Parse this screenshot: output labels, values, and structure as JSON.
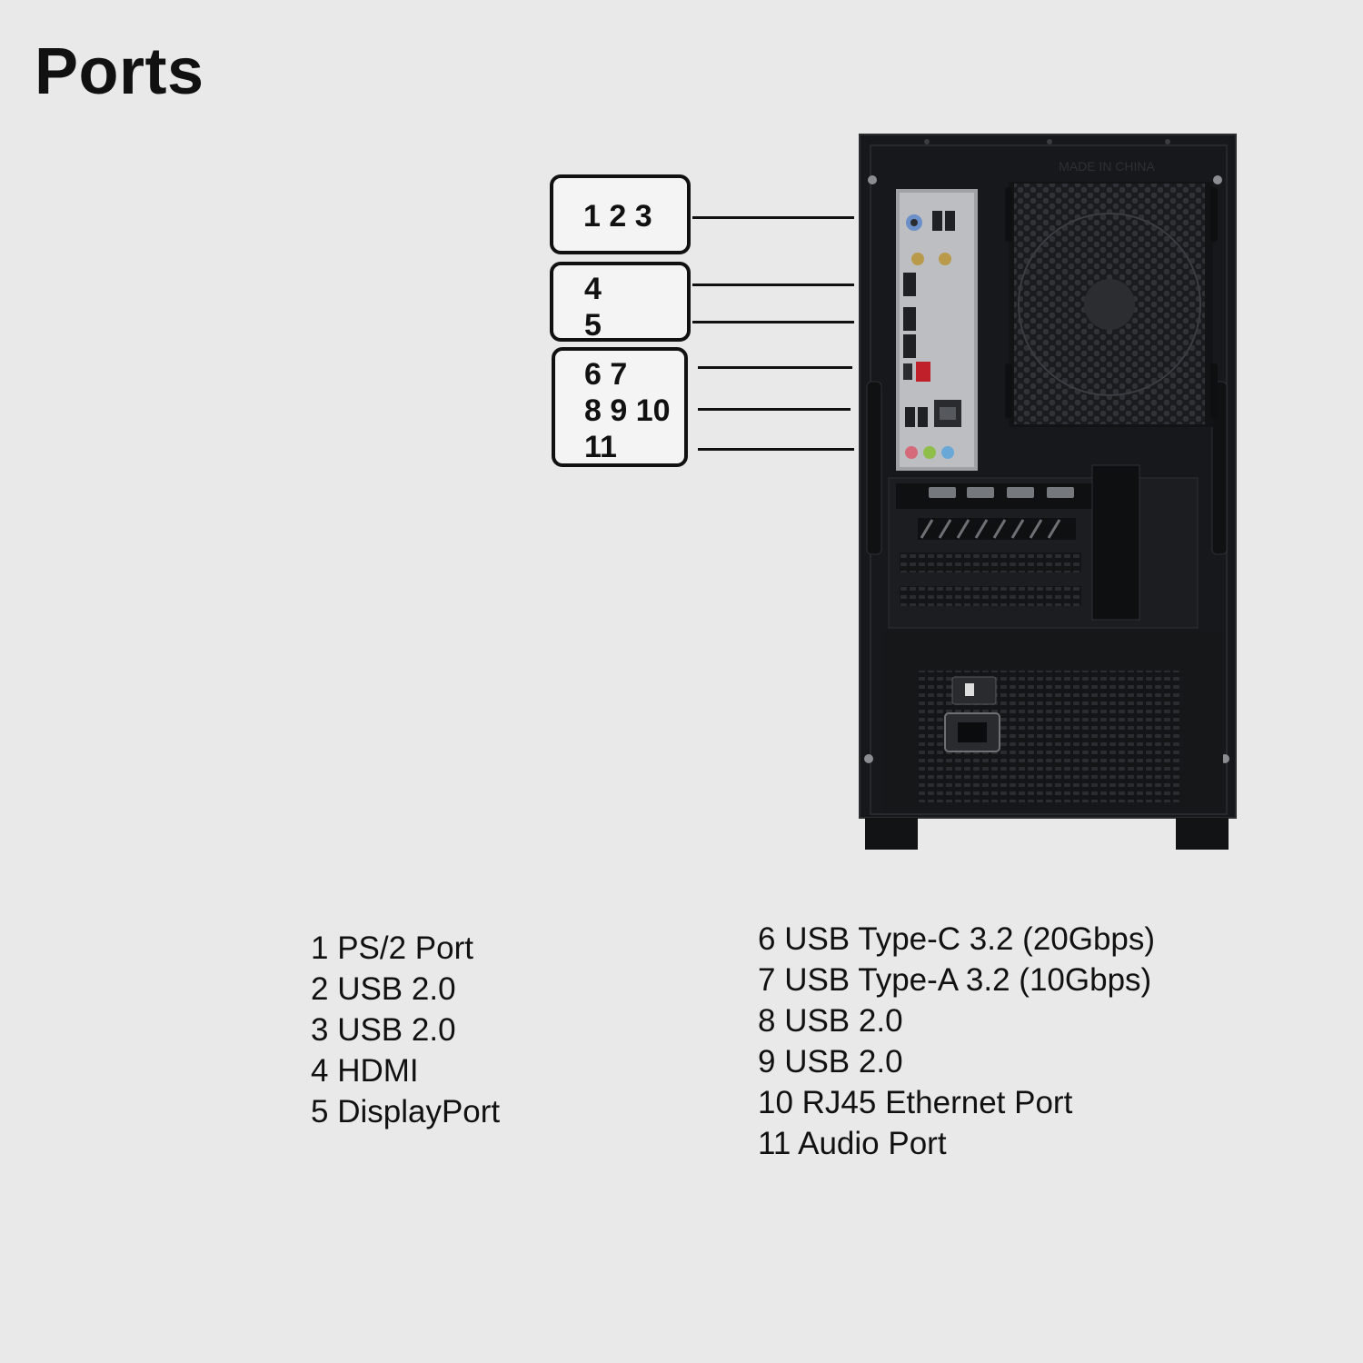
{
  "title": "Ports",
  "case": {
    "stamp": "MADE IN CHINA"
  },
  "callouts": {
    "group1": [
      "1 2 3"
    ],
    "group2": [
      "4",
      "5"
    ],
    "group3": [
      "6 7",
      "8 9 10",
      "11"
    ]
  },
  "legend_left": [
    "1 PS/2 Port",
    "2 USB 2.0",
    "3 USB 2.0",
    "4 HDMI",
    "5 DisplayPort"
  ],
  "legend_right": [
    "6 USB Type-C 3.2 (20Gbps)",
    "7 USB Type-A 3.2 (10Gbps)",
    "8 USB 2.0",
    "9 USB 2.0",
    "10 RJ45 Ethernet Port",
    "11 Audio Port"
  ],
  "colors": {
    "background": "#e9e9e9",
    "case": "#17181b",
    "io_shield": "#b9b9bc",
    "usb_c_accent": "#c0202a"
  }
}
